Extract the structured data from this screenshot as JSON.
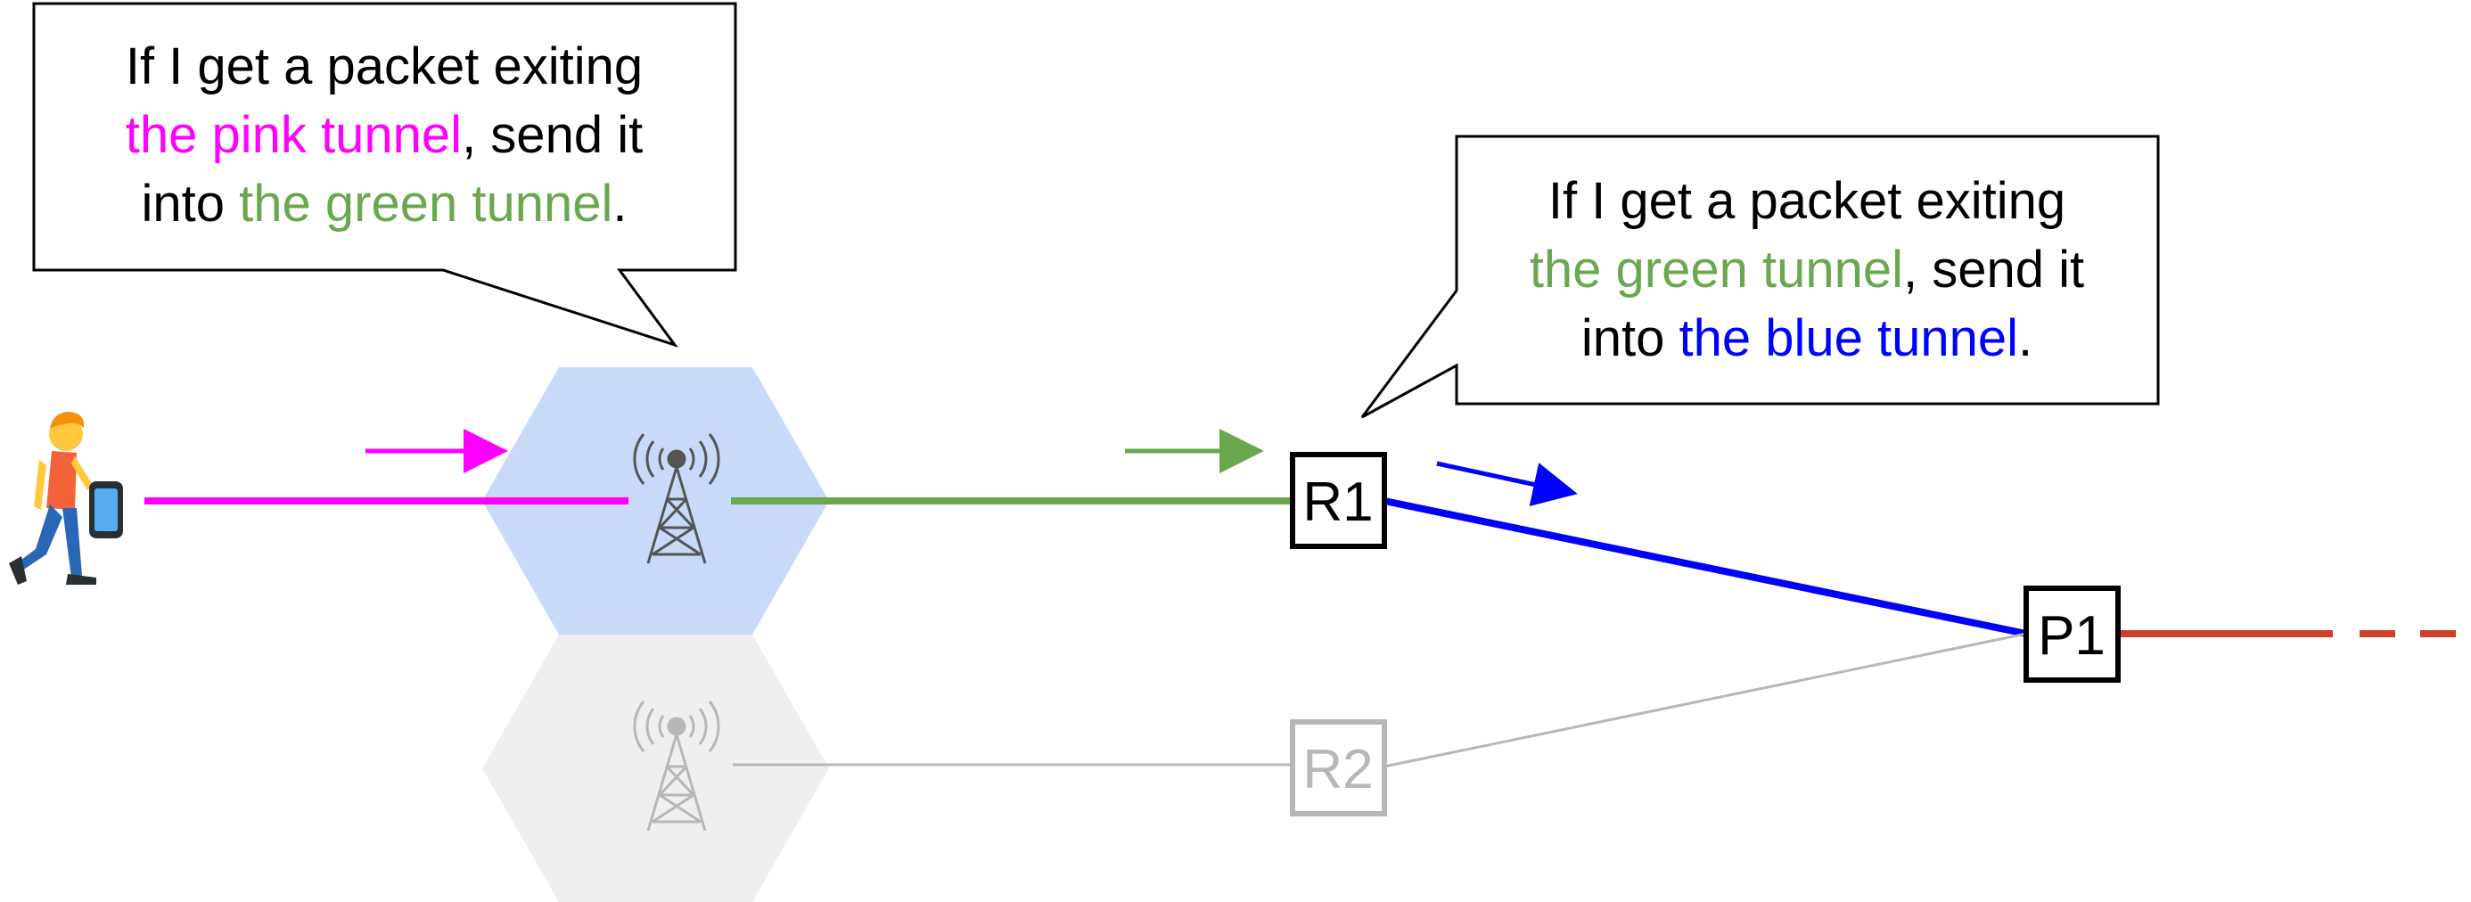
{
  "callouts": {
    "left": {
      "lines": [
        [
          {
            "text": "If I get a packet exiting",
            "color": "#000000"
          }
        ],
        [
          {
            "text": "the pink tunnel",
            "color": "#ff00ff"
          },
          {
            "text": ", send it",
            "color": "#000000"
          }
        ],
        [
          {
            "text": "into ",
            "color": "#000000"
          },
          {
            "text": "the green tunnel",
            "color": "#6aa84f"
          },
          {
            "text": ".",
            "color": "#000000"
          }
        ]
      ]
    },
    "right": {
      "lines": [
        [
          {
            "text": "If I get a packet exiting",
            "color": "#000000"
          }
        ],
        [
          {
            "text": "the green tunnel",
            "color": "#6aa84f"
          },
          {
            "text": ", send it",
            "color": "#000000"
          }
        ],
        [
          {
            "text": "into ",
            "color": "#000000"
          },
          {
            "text": "the blue tunnel",
            "color": "#0000ff"
          },
          {
            "text": ".",
            "color": "#000000"
          }
        ]
      ]
    }
  },
  "nodes": {
    "r1": {
      "label": "R1"
    },
    "r2": {
      "label": "R2"
    },
    "p1": {
      "label": "P1"
    }
  },
  "colors": {
    "pink_tunnel": "#ff00ff",
    "green_tunnel": "#6aa84f",
    "blue_tunnel": "#0000ff",
    "red_link": "#cc4125",
    "gray_inactive": "#b7b7b7",
    "active_cell": "#c9daf8",
    "inactive_cell": "#efefef"
  },
  "icons": {
    "user": "person-walking-with-phone-icon",
    "tower_active": "cell-tower-icon",
    "tower_inactive": "cell-tower-icon"
  }
}
